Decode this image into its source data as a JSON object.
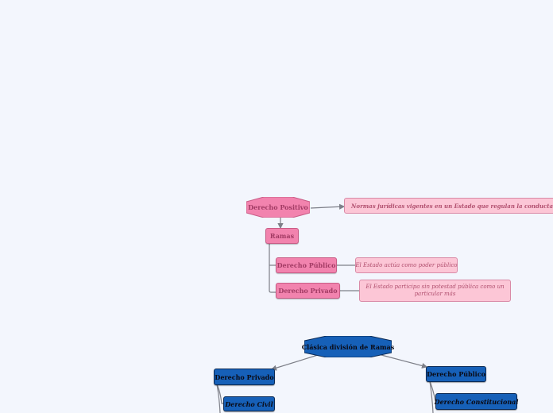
{
  "root": {
    "label": "Derecho Positivo"
  },
  "definition": "Normas jurídicas vigentes en un Estado que regulan la conducta humana",
  "ramas": {
    "label": "Ramas"
  },
  "publico": {
    "label": "Derecho Público",
    "note": "El Estado actúa como poder público"
  },
  "privado": {
    "label": "Derecho Privado",
    "note_line1": "El Estado participa sin potestad pública como un",
    "note_line2": "particular más"
  },
  "clasica": {
    "title": "Clásica división de Ramas",
    "privado": "Derecho Privado",
    "civil": "Derecho Civil",
    "publico": "Derecho Público",
    "constitucional": "Derecho Constitucional"
  },
  "colors": {
    "background": "#f3f6fd",
    "pink_node": "#f283ae",
    "pink_note": "#fcc6d6",
    "pink_text": "#a23b64",
    "blue_node": "#1660b8",
    "connector": "#7d7f88"
  }
}
